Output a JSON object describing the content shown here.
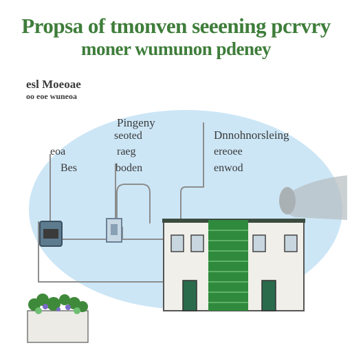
{
  "title": {
    "line1": "Propsa of tmonven seeening pcrvry",
    "line2": "moner wumunon pdeney"
  },
  "legend": {
    "heading": "esl Moeoae",
    "subheading": "oo eoe wuneoa"
  },
  "labels": {
    "meter": {
      "line1": "eoa",
      "line2": "Bes"
    },
    "panel": {
      "line1": "Pingeny",
      "line2": "seoted",
      "line3": "raeg",
      "line4": "boden"
    },
    "monitor": {
      "line1": "Dnnohnorsleing",
      "line2": "ereoee",
      "line3": "enwod"
    }
  },
  "colors": {
    "title_green": "#3e7d3a",
    "circle_fill": "#cce6f6",
    "building_wall": "#f0efe9",
    "green_column": "#2f8a3d",
    "door": "#2a6b4c",
    "window": "#c8d6df",
    "wire": "#8d8d8d"
  },
  "icons": {
    "meter_box": "electric-meter-icon",
    "panel_box": "junction-box-icon",
    "plants": "plant-bed-icon",
    "exhaust": "exhaust-plume-icon"
  }
}
